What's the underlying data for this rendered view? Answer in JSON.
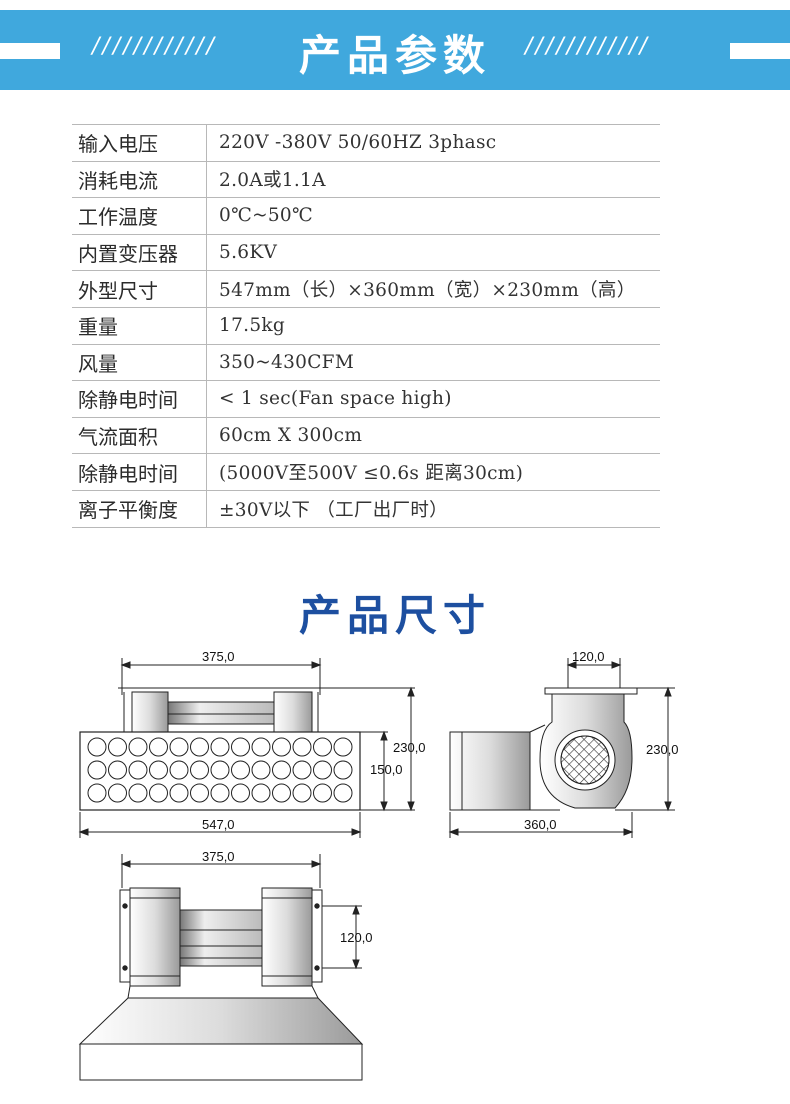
{
  "header": {
    "title": "产品参数",
    "deco_left": "////////////",
    "deco_right": "////////////"
  },
  "specs": [
    {
      "key": "输入电压",
      "value": "220V -380V  50/60HZ 3phasc"
    },
    {
      "key": "消耗电流",
      "value": "2.0A或1.1A"
    },
    {
      "key": "工作温度",
      "value": "0℃~50℃"
    },
    {
      "key": "内置变压器",
      "value": "5.6KV"
    },
    {
      "key": "外型尺寸",
      "value": "547mm（长）×360mm（宽）×230mm（高）"
    },
    {
      "key": "重量",
      "value": "17.5kg"
    },
    {
      "key": "风量",
      "value": "350~430CFM"
    },
    {
      "key": "除静电时间",
      "value": "< 1 sec(Fan space high)"
    },
    {
      "key": "气流面积",
      "value": "60cm X 300cm"
    },
    {
      "key": "除静电时间",
      "value": "(5000V至500V ≤0.6s 距离30cm)"
    },
    {
      "key": "离子平衡度",
      "value": "±30V以下 （工厂出厂时）"
    }
  ],
  "dimensions": {
    "title": "产品尺寸",
    "front_top_width": "375,0",
    "front_height_total": "230,0",
    "front_body_height": "150,0",
    "front_length": "547,0",
    "side_top_width": "120,0",
    "side_height": "230,0",
    "side_depth": "360,0",
    "top_view_width": "375,0",
    "top_view_bracket": "120,0"
  }
}
